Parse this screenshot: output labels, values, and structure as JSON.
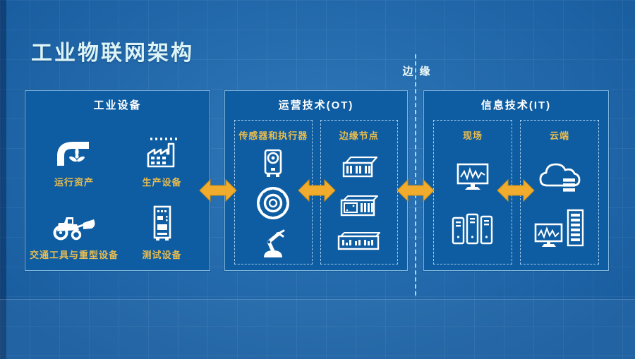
{
  "page": {
    "title": "工业物联网架构"
  },
  "edge": {
    "label": "边缘"
  },
  "colors": {
    "background": "#1F6EB5",
    "panel": "#0E5DA2",
    "panel_border": "#7EB5DF",
    "accent_gold": "#EABD4F",
    "arrow": "#F1AC2E",
    "dashed_divider": "#9EE9E3",
    "title_color": "#DCF4F6"
  },
  "boxes": [
    {
      "id": "industrial-equipment",
      "title": "工业设备",
      "items": [
        {
          "label": "运行资产",
          "icon": "pump-turbine-icon"
        },
        {
          "label": "生产设备",
          "icon": "factory-icon"
        },
        {
          "label": "交通工具与重型设备",
          "icon": "wheel-loader-icon"
        },
        {
          "label": "测试设备",
          "icon": "test-cabinet-icon"
        }
      ]
    },
    {
      "id": "operational-technology",
      "title": "运营技术(OT)",
      "groups": [
        {
          "label": "传感器和执行器",
          "icons": [
            "sensor-camera-icon",
            "flange-bearing-icon",
            "robot-arm-icon"
          ]
        },
        {
          "label": "边缘节点",
          "icons": [
            "edge-node-icon",
            "edge-gateway-icon",
            "edge-server-icon"
          ]
        }
      ]
    },
    {
      "id": "information-technology",
      "title": "信息技术(IT)",
      "groups": [
        {
          "label": "现场",
          "icons": [
            "monitor-waveform-icon",
            "tower-servers-icon"
          ]
        },
        {
          "label": "云端",
          "icons": [
            "cloud-storage-icon",
            "monitor-and-rack-icon"
          ]
        }
      ]
    }
  ]
}
